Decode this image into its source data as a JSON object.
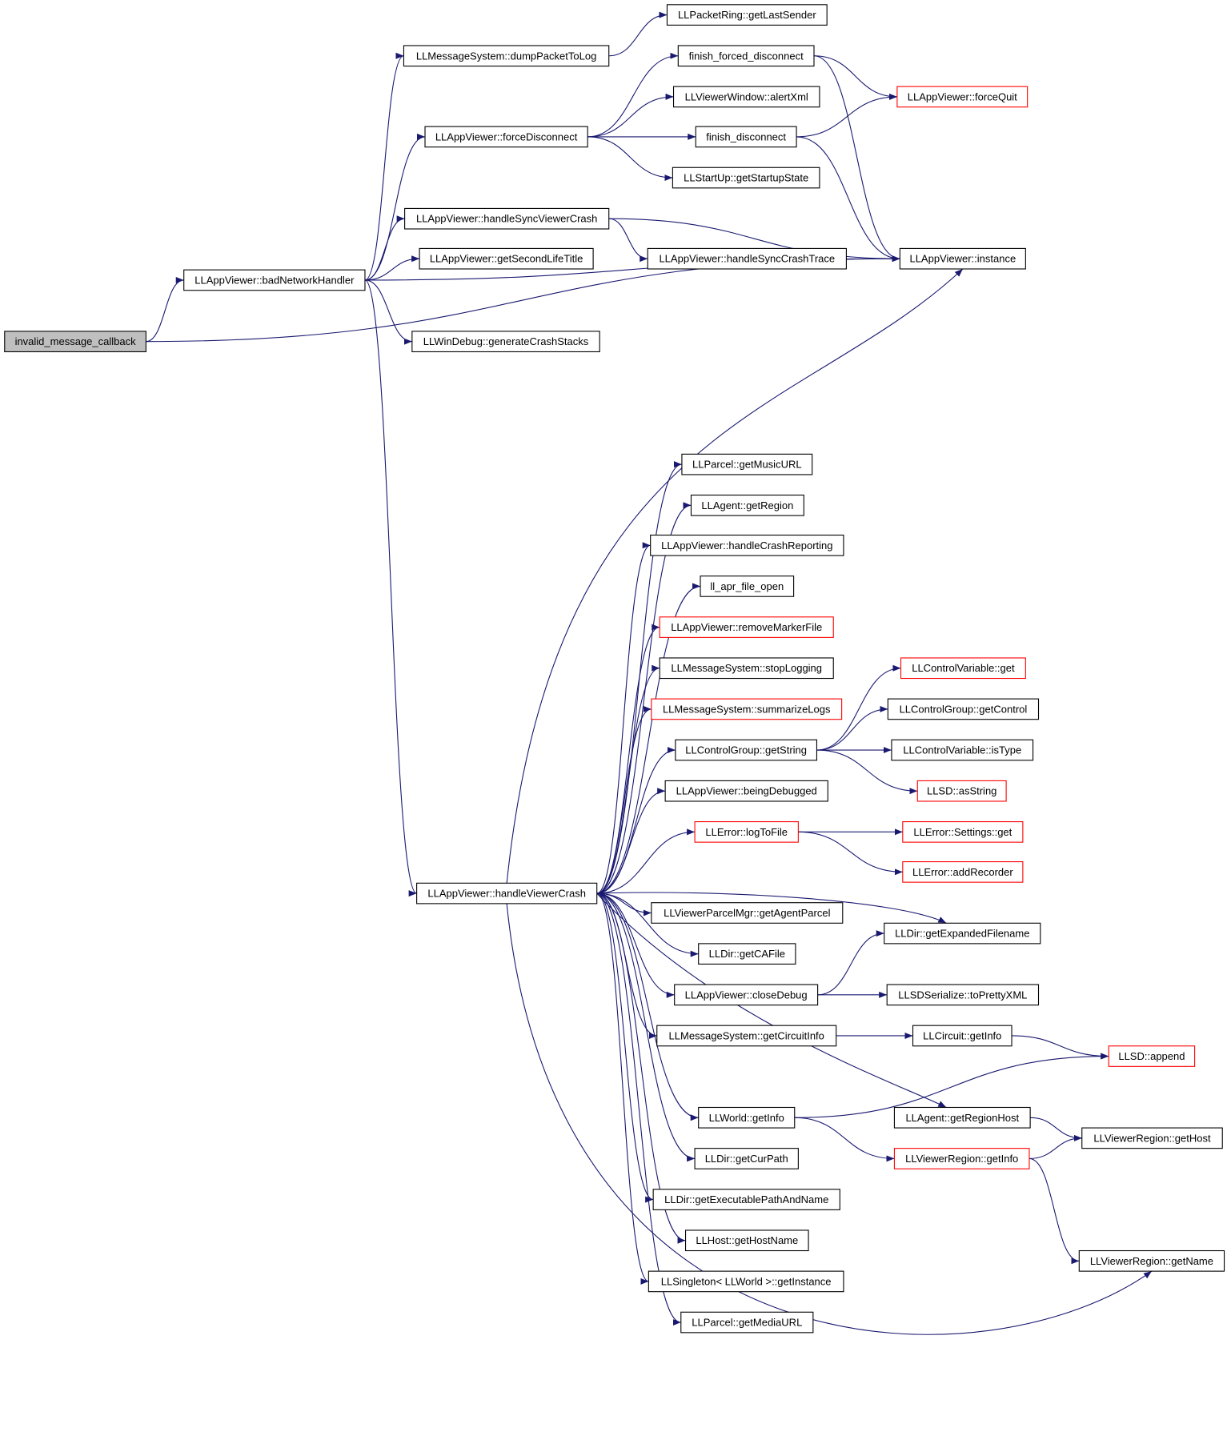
{
  "graph": {
    "colors": {
      "edge": "#191970",
      "normal_border": "#000000",
      "truncated_border": "#ff0000",
      "root_fill": "#bfbfbf"
    },
    "nodes": [
      {
        "id": "invalid_message_callback",
        "label": "invalid_message_callback",
        "root": true
      },
      {
        "id": "badNetworkHandler",
        "label": "LLAppViewer::badNetworkHandler"
      },
      {
        "id": "dumpPacketToLog",
        "label": "LLMessageSystem::dumpPacketToLog"
      },
      {
        "id": "getLastSender",
        "label": "LLPacketRing::getLastSender"
      },
      {
        "id": "forceDisconnect",
        "label": "LLAppViewer::forceDisconnect"
      },
      {
        "id": "finish_forced_disconnect",
        "label": "finish_forced_disconnect"
      },
      {
        "id": "alertXml",
        "label": "LLViewerWindow::alertXml"
      },
      {
        "id": "finish_disconnect",
        "label": "finish_disconnect"
      },
      {
        "id": "getStartupState",
        "label": "LLStartUp::getStartupState"
      },
      {
        "id": "forceQuit",
        "label": "LLAppViewer::forceQuit",
        "truncated": true
      },
      {
        "id": "handleSyncViewerCrash",
        "label": "LLAppViewer::handleSyncViewerCrash"
      },
      {
        "id": "getSecondLifeTitle",
        "label": "LLAppViewer::getSecondLifeTitle"
      },
      {
        "id": "handleSyncCrashTrace",
        "label": "LLAppViewer::handleSyncCrashTrace"
      },
      {
        "id": "instance",
        "label": "LLAppViewer::instance"
      },
      {
        "id": "generateCrashStacks",
        "label": "LLWinDebug::generateCrashStacks"
      },
      {
        "id": "handleViewerCrash",
        "label": "LLAppViewer::handleViewerCrash"
      },
      {
        "id": "getMusicURL",
        "label": "LLParcel::getMusicURL"
      },
      {
        "id": "getRegion",
        "label": "LLAgent::getRegion"
      },
      {
        "id": "handleCrashReporting",
        "label": "LLAppViewer::handleCrashReporting"
      },
      {
        "id": "ll_apr_file_open",
        "label": "ll_apr_file_open"
      },
      {
        "id": "removeMarkerFile",
        "label": "LLAppViewer::removeMarkerFile",
        "truncated": true
      },
      {
        "id": "stopLogging",
        "label": "LLMessageSystem::stopLogging"
      },
      {
        "id": "summarizeLogs",
        "label": "LLMessageSystem::summarizeLogs",
        "truncated": true
      },
      {
        "id": "getString",
        "label": "LLControlGroup::getString"
      },
      {
        "id": "cv_get",
        "label": "LLControlVariable::get",
        "truncated": true
      },
      {
        "id": "getControl",
        "label": "LLControlGroup::getControl"
      },
      {
        "id": "isType",
        "label": "LLControlVariable::isType"
      },
      {
        "id": "asString",
        "label": "LLSD::asString",
        "truncated": true
      },
      {
        "id": "beingDebugged",
        "label": "LLAppViewer::beingDebugged"
      },
      {
        "id": "logToFile",
        "label": "LLError::logToFile",
        "truncated": true
      },
      {
        "id": "settings_get",
        "label": "LLError::Settings::get",
        "truncated": true
      },
      {
        "id": "addRecorder",
        "label": "LLError::addRecorder",
        "truncated": true
      },
      {
        "id": "getAgentParcel",
        "label": "LLViewerParcelMgr::getAgentParcel"
      },
      {
        "id": "getExpandedFilename",
        "label": "LLDir::getExpandedFilename"
      },
      {
        "id": "getCAFile",
        "label": "LLDir::getCAFile"
      },
      {
        "id": "closeDebug",
        "label": "LLAppViewer::closeDebug"
      },
      {
        "id": "toPrettyXML",
        "label": "LLSDSerialize::toPrettyXML"
      },
      {
        "id": "getCircuitInfo",
        "label": "LLMessageSystem::getCircuitInfo"
      },
      {
        "id": "circuit_getInfo",
        "label": "LLCircuit::getInfo"
      },
      {
        "id": "append",
        "label": "LLSD::append",
        "truncated": true
      },
      {
        "id": "world_getInfo",
        "label": "LLWorld::getInfo"
      },
      {
        "id": "getRegionHost",
        "label": "LLAgent::getRegionHost"
      },
      {
        "id": "getHost",
        "label": "LLViewerRegion::getHost"
      },
      {
        "id": "region_getInfo",
        "label": "LLViewerRegion::getInfo",
        "truncated": true
      },
      {
        "id": "getCurPath",
        "label": "LLDir::getCurPath"
      },
      {
        "id": "getExecutablePathAndName",
        "label": "LLDir::getExecutablePathAndName"
      },
      {
        "id": "getName",
        "label": "LLViewerRegion::getName"
      },
      {
        "id": "getHostName",
        "label": "LLHost::getHostName"
      },
      {
        "id": "getInstance",
        "label": "LLSingleton< LLWorld >::getInstance"
      },
      {
        "id": "getMediaURL",
        "label": "LLParcel::getMediaURL"
      }
    ],
    "edges": [
      [
        "invalid_message_callback",
        "badNetworkHandler"
      ],
      [
        "invalid_message_callback",
        "instance"
      ],
      [
        "badNetworkHandler",
        "dumpPacketToLog"
      ],
      [
        "badNetworkHandler",
        "forceDisconnect"
      ],
      [
        "badNetworkHandler",
        "handleSyncViewerCrash"
      ],
      [
        "badNetworkHandler",
        "getSecondLifeTitle"
      ],
      [
        "badNetworkHandler",
        "instance"
      ],
      [
        "badNetworkHandler",
        "generateCrashStacks"
      ],
      [
        "badNetworkHandler",
        "handleViewerCrash"
      ],
      [
        "dumpPacketToLog",
        "getLastSender"
      ],
      [
        "forceDisconnect",
        "finish_forced_disconnect"
      ],
      [
        "forceDisconnect",
        "alertXml"
      ],
      [
        "forceDisconnect",
        "finish_disconnect"
      ],
      [
        "forceDisconnect",
        "getStartupState"
      ],
      [
        "finish_forced_disconnect",
        "forceQuit"
      ],
      [
        "finish_forced_disconnect",
        "instance"
      ],
      [
        "finish_disconnect",
        "forceQuit"
      ],
      [
        "finish_disconnect",
        "instance"
      ],
      [
        "handleSyncViewerCrash",
        "handleSyncCrashTrace"
      ],
      [
        "handleSyncViewerCrash",
        "instance"
      ],
      [
        "handleViewerCrash",
        "instance"
      ],
      [
        "handleViewerCrash",
        "getMusicURL"
      ],
      [
        "handleViewerCrash",
        "getRegion"
      ],
      [
        "handleViewerCrash",
        "handleCrashReporting"
      ],
      [
        "handleViewerCrash",
        "ll_apr_file_open"
      ],
      [
        "handleViewerCrash",
        "removeMarkerFile"
      ],
      [
        "handleViewerCrash",
        "stopLogging"
      ],
      [
        "handleViewerCrash",
        "summarizeLogs"
      ],
      [
        "handleViewerCrash",
        "getString"
      ],
      [
        "handleViewerCrash",
        "beingDebugged"
      ],
      [
        "handleViewerCrash",
        "logToFile"
      ],
      [
        "handleViewerCrash",
        "getExpandedFilename"
      ],
      [
        "handleViewerCrash",
        "getAgentParcel"
      ],
      [
        "handleViewerCrash",
        "getCAFile"
      ],
      [
        "handleViewerCrash",
        "closeDebug"
      ],
      [
        "handleViewerCrash",
        "getCircuitInfo"
      ],
      [
        "handleViewerCrash",
        "getRegionHost"
      ],
      [
        "handleViewerCrash",
        "world_getInfo"
      ],
      [
        "handleViewerCrash",
        "getCurPath"
      ],
      [
        "handleViewerCrash",
        "getExecutablePathAndName"
      ],
      [
        "handleViewerCrash",
        "getHostName"
      ],
      [
        "handleViewerCrash",
        "getInstance"
      ],
      [
        "handleViewerCrash",
        "getMediaURL"
      ],
      [
        "handleViewerCrash",
        "getName"
      ],
      [
        "getString",
        "cv_get"
      ],
      [
        "getString",
        "getControl"
      ],
      [
        "getString",
        "isType"
      ],
      [
        "getString",
        "asString"
      ],
      [
        "logToFile",
        "settings_get"
      ],
      [
        "logToFile",
        "addRecorder"
      ],
      [
        "closeDebug",
        "getExpandedFilename"
      ],
      [
        "closeDebug",
        "toPrettyXML"
      ],
      [
        "getCircuitInfo",
        "circuit_getInfo"
      ],
      [
        "circuit_getInfo",
        "append"
      ],
      [
        "world_getInfo",
        "append"
      ],
      [
        "world_getInfo",
        "region_getInfo"
      ],
      [
        "getRegionHost",
        "getHost"
      ],
      [
        "region_getInfo",
        "getHost"
      ],
      [
        "region_getInfo",
        "getName"
      ]
    ]
  }
}
